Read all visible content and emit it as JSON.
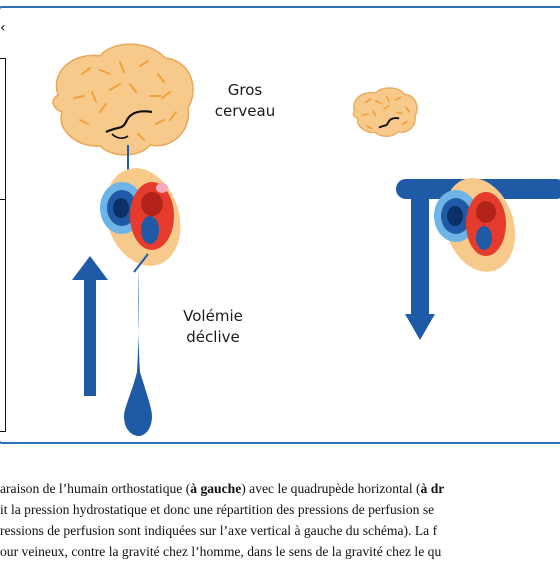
{
  "diagram": {
    "left_scene": {
      "brain_label_line1": "Gros",
      "brain_label_line2": "cerveau",
      "volume_label_line1": "Volémie",
      "volume_label_line2": "déclive"
    },
    "edge_glyph": "‹",
    "colors": {
      "frame": "#2f6fb5",
      "arrow": "#1f5aa6",
      "brain_fill": "#f7c98a",
      "brain_stroke": "#e8a85a",
      "brain_marks": "#f0a23c",
      "heart_red": "#e53b2c",
      "heart_darkred": "#b3231a",
      "heart_blue": "#1f5aa6",
      "heart_lightblue": "#6fb4e6"
    }
  },
  "caption": {
    "line1_pre": "araison de l’humain orthostatique (",
    "line1_bold1": "à gauche",
    "line1_mid": ") avec le quadrupède horizontal (",
    "line1_bold2": "à dr",
    "line2": "it la pression hydrostatique et donc une répartition des pressions de perfusion se",
    "line3": "ressions de perfusion sont indiquées sur l’axe vertical à gauche du schéma). La f",
    "line4": "our veineux, contre la gravité chez l’homme, dans le sens de la gravité chez le qu"
  }
}
